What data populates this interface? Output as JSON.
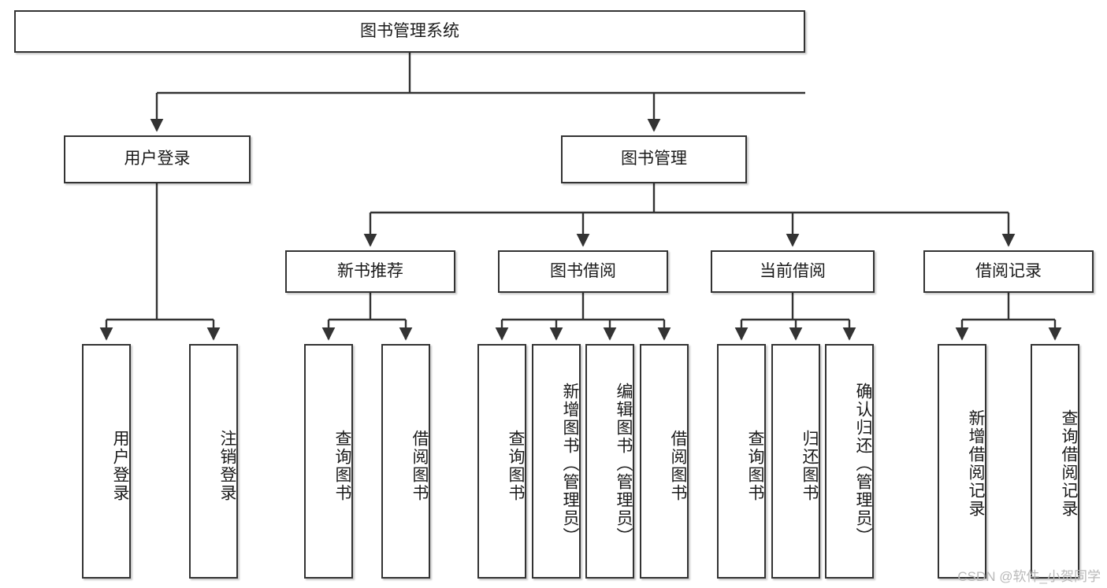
{
  "diagram": {
    "type": "tree-hierarchy-chart",
    "title": "图书管理系统",
    "watermark": "CSDN @软件_小贺同学",
    "colors": {
      "box_border": "#333333",
      "box_fill": "#ffffff",
      "connector": "#333333",
      "text": "#1a1a1a",
      "watermark": "#b9b9b9",
      "background": "#ffffff"
    },
    "nodes": {
      "root": {
        "label": "图书管理系统",
        "level": 0,
        "orientation": "horizontal"
      },
      "user_login": {
        "label": "用户登录",
        "level": 1,
        "orientation": "horizontal"
      },
      "book_manage": {
        "label": "图书管理",
        "level": 1,
        "orientation": "horizontal"
      },
      "new_book_rec": {
        "label": "新书推荐",
        "level": 2,
        "orientation": "horizontal"
      },
      "book_borrow": {
        "label": "图书借阅",
        "level": 2,
        "orientation": "horizontal"
      },
      "current_borrow": {
        "label": "当前借阅",
        "level": 2,
        "orientation": "horizontal"
      },
      "borrow_record": {
        "label": "借阅记录",
        "level": 2,
        "orientation": "horizontal"
      },
      "leaf_user_login": {
        "label": "用户登录",
        "level": 3,
        "orientation": "vertical"
      },
      "leaf_logout": {
        "label": "注销登录",
        "level": 3,
        "orientation": "vertical"
      },
      "leaf_query_book_1": {
        "label": "查询图书",
        "level": 3,
        "orientation": "vertical"
      },
      "leaf_borrow_book_1": {
        "label": "借阅图书",
        "level": 3,
        "orientation": "vertical"
      },
      "leaf_query_book_2": {
        "label": "查询图书",
        "level": 3,
        "orientation": "vertical"
      },
      "leaf_add_book": {
        "label": "新增图书（管理员）",
        "level": 3,
        "orientation": "vertical"
      },
      "leaf_edit_book": {
        "label": "编辑图书（管理员）",
        "level": 3,
        "orientation": "vertical"
      },
      "leaf_borrow_book_2": {
        "label": "借阅图书",
        "level": 3,
        "orientation": "vertical"
      },
      "leaf_query_book_3": {
        "label": "查询图书",
        "level": 3,
        "orientation": "vertical"
      },
      "leaf_return_book": {
        "label": "归还图书",
        "level": 3,
        "orientation": "vertical"
      },
      "leaf_confirm_return": {
        "label": "确认归还（管理员）",
        "level": 3,
        "orientation": "vertical"
      },
      "leaf_add_record": {
        "label": "新增借阅记录",
        "level": 3,
        "orientation": "vertical"
      },
      "leaf_query_record": {
        "label": "查询借阅记录",
        "level": 3,
        "orientation": "vertical"
      }
    },
    "edges": [
      {
        "from": "root",
        "to": "user_login"
      },
      {
        "from": "root",
        "to": "book_manage"
      },
      {
        "from": "user_login",
        "to": "leaf_user_login"
      },
      {
        "from": "user_login",
        "to": "leaf_logout"
      },
      {
        "from": "book_manage",
        "to": "new_book_rec"
      },
      {
        "from": "book_manage",
        "to": "book_borrow"
      },
      {
        "from": "book_manage",
        "to": "current_borrow"
      },
      {
        "from": "book_manage",
        "to": "borrow_record"
      },
      {
        "from": "new_book_rec",
        "to": "leaf_query_book_1"
      },
      {
        "from": "new_book_rec",
        "to": "leaf_borrow_book_1"
      },
      {
        "from": "book_borrow",
        "to": "leaf_query_book_2"
      },
      {
        "from": "book_borrow",
        "to": "leaf_add_book"
      },
      {
        "from": "book_borrow",
        "to": "leaf_edit_book"
      },
      {
        "from": "book_borrow",
        "to": "leaf_borrow_book_2"
      },
      {
        "from": "current_borrow",
        "to": "leaf_query_book_3"
      },
      {
        "from": "current_borrow",
        "to": "leaf_return_book"
      },
      {
        "from": "current_borrow",
        "to": "leaf_confirm_return"
      },
      {
        "from": "borrow_record",
        "to": "leaf_add_record"
      },
      {
        "from": "borrow_record",
        "to": "leaf_query_record"
      }
    ]
  }
}
